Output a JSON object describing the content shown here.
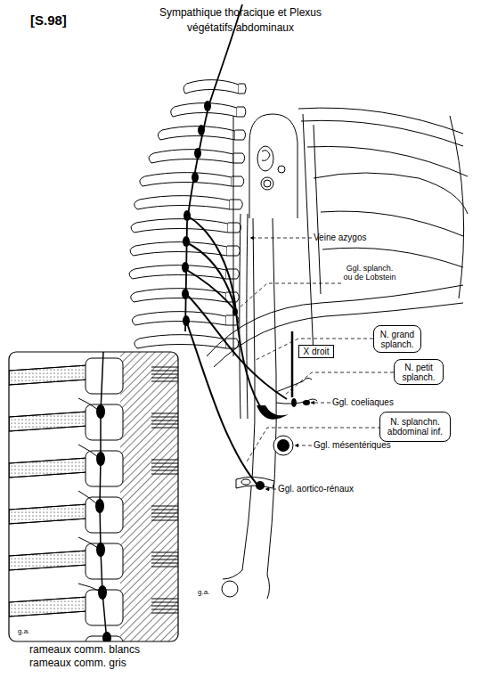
{
  "diagram": {
    "title": "Sympathique thoracique et Plexus végétatifs abdominaux",
    "nodes": [
      {
        "text": [
          "N. grand splanch."
        ]
      },
      {
        "text": [
          "X droit"
        ]
      },
      {
        "text": [
          "N. petit splanch."
        ]
      },
      {
        "text": [
          "N. splanchn. abdominal inf."
        ]
      }
    ],
    "labels": [
      "[S.98]",
      "Veine azygos",
      "Ggl. splanch. ou de Lobstein",
      "Ggl. coeliaques",
      "Ggl. mésentériques",
      "Ggl. aortico-rénaux",
      "g.a.",
      "g.a.",
      "rameaux comm. blancs",
      "rameaux comm. gris"
    ]
  }
}
